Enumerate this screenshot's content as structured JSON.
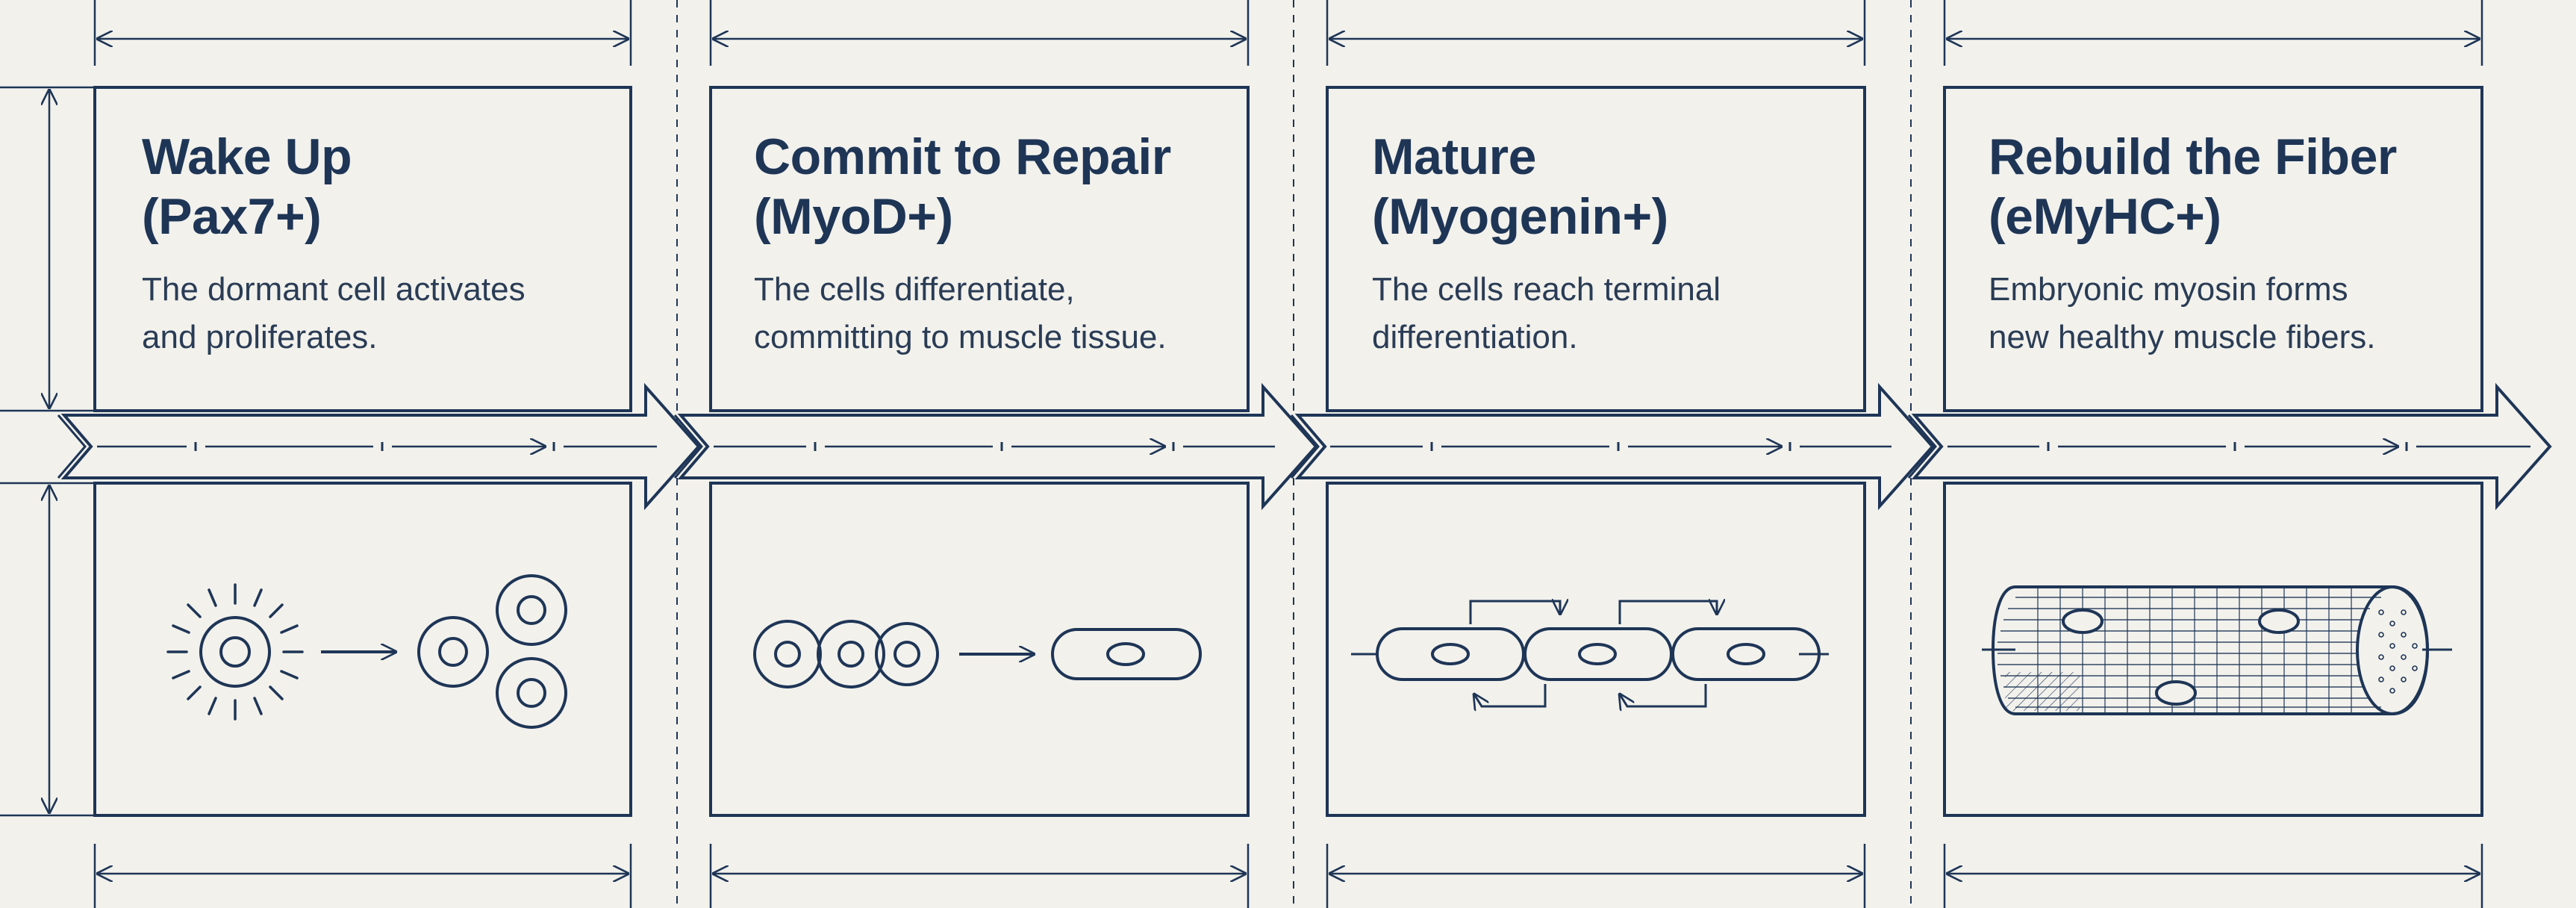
{
  "stages": [
    {
      "title_line1": "Wake Up",
      "title_line2": "(Pax7+)",
      "desc_line1": "The dormant cell activates",
      "desc_line2": "and proliferates."
    },
    {
      "title_line1": "Commit to Repair",
      "title_line2": "(MyoD+)",
      "desc_line1": "The cells differentiate,",
      "desc_line2": "committing to muscle tissue."
    },
    {
      "title_line1": "Mature",
      "title_line2": "(Myogenin+)",
      "desc_line1": "The cells reach terminal",
      "desc_line2": "differentiation."
    },
    {
      "title_line1": "Rebuild the Fiber",
      "title_line2": "(eMyHC+)",
      "desc_line1": "Embryonic myosin forms",
      "desc_line2": "new healthy muscle fibers."
    }
  ],
  "colors": {
    "background": "#f2f1ec",
    "ink": "#1e3556"
  },
  "icons": [
    "activated-cell-icon",
    "proliferating-cells-icon",
    "differentiating-cells-icon",
    "elongated-cell-icon",
    "fusing-cells-icon",
    "muscle-fiber-icon"
  ]
}
